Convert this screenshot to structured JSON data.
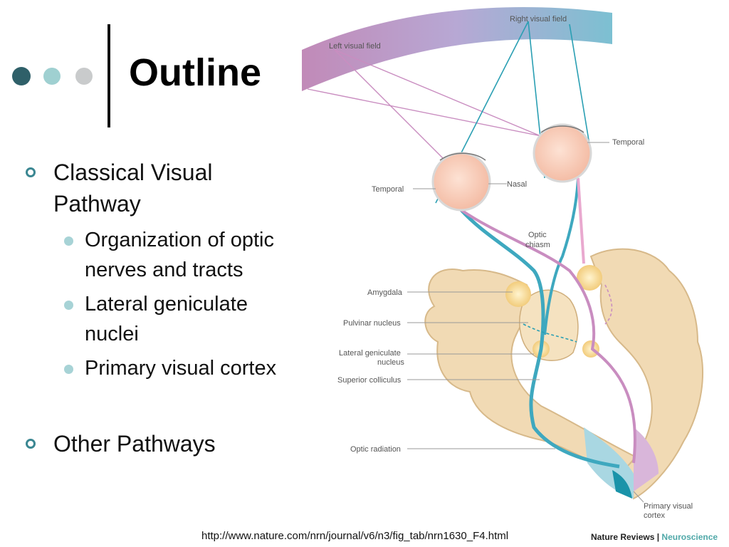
{
  "slide": {
    "title": "Outline",
    "bullets": [
      {
        "label": "Classical Visual Pathway",
        "children": [
          "Organization of optic nerves and tracts",
          "Lateral geniculate nuclei",
          "Primary visual cortex"
        ]
      },
      {
        "label": "Other Pathways",
        "children": []
      }
    ],
    "source_url": "http://www.nature.com/nrn/journal/v6/n3/fig_tab/nrn1630_F4.html",
    "colors": {
      "dot_dark": "#2f6069",
      "dot_teal": "#9fd0d1",
      "dot_grey": "#c9cbcc",
      "bullet_ring": "#3b8792",
      "bullet_disc": "#a7d3d6"
    }
  },
  "figure": {
    "labels": {
      "left_field": "Left visual field",
      "right_field": "Right visual field",
      "temporal_right": "Temporal",
      "temporal_left": "Temporal",
      "nasal": "Nasal",
      "optic_chiasm_1": "Optic",
      "optic_chiasm_2": "chiasm",
      "amygdala": "Amygdala",
      "pulvinar": "Pulvinar nucleus",
      "lgn_1": "Lateral geniculate",
      "lgn_2": "nucleus",
      "superior_colliculus": "Superior colliculus",
      "optic_radiation": "Optic radiation",
      "primary_visual_1": "Primary visual",
      "primary_visual_2": "cortex"
    },
    "credit": {
      "journal": "Nature Reviews",
      "separator": " | ",
      "section": "Neuroscience"
    }
  }
}
